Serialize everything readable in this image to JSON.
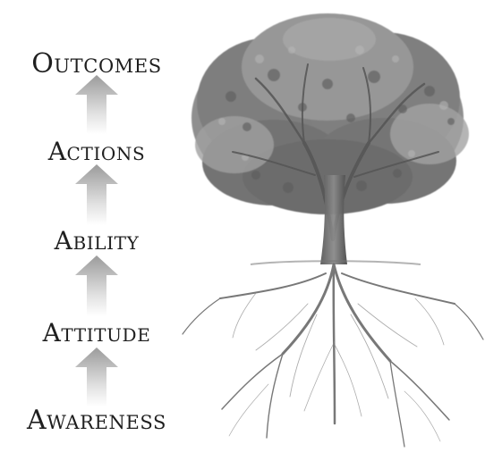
{
  "ladder": [
    {
      "label": "Outcomes"
    },
    {
      "label": "Actions"
    },
    {
      "label": "Ability"
    },
    {
      "label": "Attitude"
    },
    {
      "label": "Awareness"
    }
  ]
}
